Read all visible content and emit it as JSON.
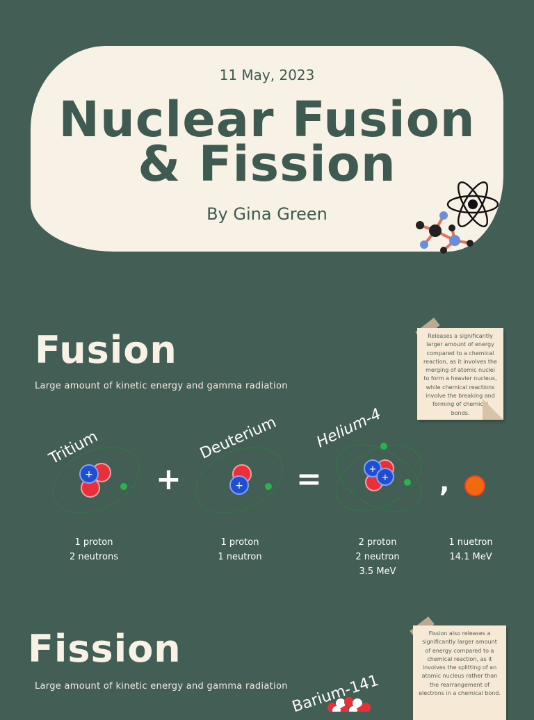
{
  "header": {
    "date": "11 May, 2023",
    "title_line1": "Nuclear Fusion",
    "title_line2": "& Fission",
    "author": "By Gina Green"
  },
  "fusion": {
    "title": "Fusion",
    "subtitle": "Large amount of kinetic energy and gamma radiation",
    "note": "Releases a significantly larger amount of energy compared to a chemical reaction, as it involves the merging of atomic nuclei to form a heavier nucleus, while chemical reactions involve the breaking and forming of chemical bonds.",
    "particles": [
      {
        "label": "Tritium",
        "line1": "1 proton",
        "line2": "2 neutrons",
        "line3": ""
      },
      {
        "label": "Deuterium",
        "line1": "1 proton",
        "line2": "1 neutron",
        "line3": ""
      },
      {
        "label": "Helium-4",
        "line1": "2 proton",
        "line2": "2 neutron",
        "line3": "3.5 MeV"
      },
      {
        "label": "",
        "line1": "1 nuetron",
        "line2": "14.1 MeV",
        "line3": ""
      }
    ],
    "plus": "+",
    "equals": "=",
    "comma": ","
  },
  "fission": {
    "title": "Fission",
    "subtitle": "Large amount of kinetic energy and gamma radiation",
    "note": "Fission also releases a significantly larger amount of energy compared to a chemical reaction, as it involves the splitting of an atomic nucleus rather than the rearrangement of electrons in a chemical bond.",
    "partial_label": "Barium-141"
  },
  "colors": {
    "background": "#435f55",
    "card": "#f8f1e6",
    "title_text": "#3f5a50",
    "proton": "#e8303a",
    "neutron_blue": "#1f4fd0",
    "electron": "#2bb24c",
    "neutron_orange": "#f06a10"
  }
}
